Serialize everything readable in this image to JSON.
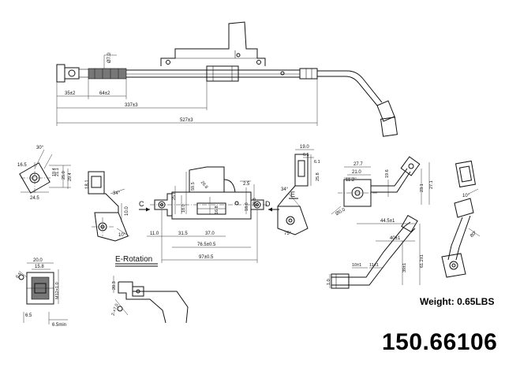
{
  "drawing": {
    "part_number": "150.66106",
    "weight_label": "Weight: 0.65LBS",
    "rotation_label": "E-Rotation",
    "view_letters": {
      "c": "C",
      "d": "D",
      "e": "E"
    },
    "top_view": {
      "dims": [
        "Ø7.0",
        "35±2",
        "64±2",
        "337±3",
        "527±3"
      ]
    },
    "section_a": {
      "dims": [
        "30°",
        "16.5",
        "19.4",
        "21.1",
        "25.0",
        "29.4",
        "24.5"
      ]
    },
    "view_c": {
      "dims": [
        "18.1",
        "34°",
        "10.0",
        "10°"
      ]
    },
    "bracket_center": {
      "dims": [
        "25.8",
        "59.5",
        "26.8",
        "2.5",
        "18.0",
        "18.0",
        "26.8",
        "16.8",
        "11.0",
        "31.5",
        "37.0",
        "76.5±0.5",
        "97±0.5"
      ]
    },
    "view_d": {
      "dims": [
        "19.0",
        "6.5",
        "6.1",
        "25.8",
        "34°",
        "75°"
      ]
    },
    "end_view_right": {
      "dims": [
        "27.7",
        "21.0",
        "11.2",
        "19.6",
        "23.1",
        "27.1",
        "Ø0.0"
      ]
    },
    "fitting_detail": {
      "dims": [
        "20.0",
        "15.8",
        "6.5",
        "M12×1.0",
        "6.5",
        "6.5min"
      ]
    },
    "rotation_view": {
      "dims": [
        "20.3",
        "2-×7.0"
      ]
    },
    "side_view": {
      "dims": [
        "44.5±1",
        "40±1",
        "10±1",
        "11±1",
        "39±1",
        "61.2±1",
        "1.0"
      ]
    },
    "far_right_view": {
      "dims": [
        "10°",
        "80°"
      ]
    }
  }
}
